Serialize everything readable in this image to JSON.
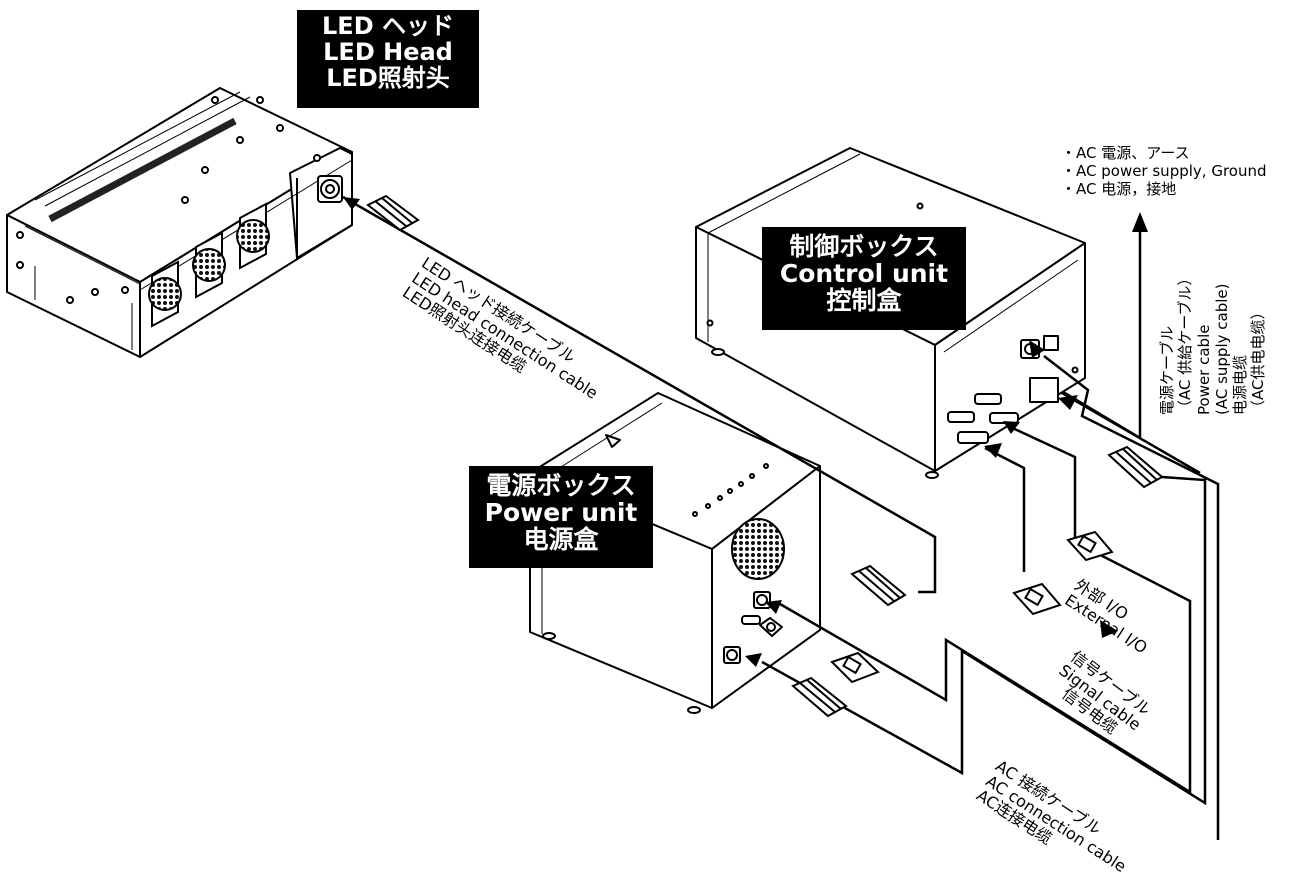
{
  "units": {
    "led_head": {
      "lines": [
        "LED ヘッド",
        "LED Head",
        "LED照射头"
      ]
    },
    "control_unit": {
      "lines": [
        "制御ボックス",
        "Control unit",
        "控制盒"
      ]
    },
    "power_unit": {
      "lines": [
        "電源ボックス",
        "Power unit",
        "电源盒"
      ]
    }
  },
  "cables": {
    "led_head_cable": {
      "lines": [
        "LED ヘッド接続ケーブル",
        "LED head connection cable",
        "LED照射头连接电缆"
      ]
    },
    "ac_connection_cable": {
      "lines": [
        "AC 接続ケーブル",
        "AC connection cable",
        "AC连接电缆"
      ]
    },
    "signal_cable": {
      "lines": [
        "信号ケーブル",
        "Signal cable",
        "信号电缆"
      ]
    },
    "power_cable": {
      "lines": [
        "電源ケーブル",
        "（AC 供給ケーブル）",
        "Power cable",
        "(AC supply cable)",
        "电源电缆",
        "（AC供电电缆）"
      ]
    }
  },
  "external_io": {
    "lines": [
      "外部 I/O",
      "External I/O"
    ]
  },
  "ac_source": {
    "lines": [
      "・AC 電源、アース",
      "・AC power supply, Ground",
      "・AC 电源，接地"
    ]
  }
}
